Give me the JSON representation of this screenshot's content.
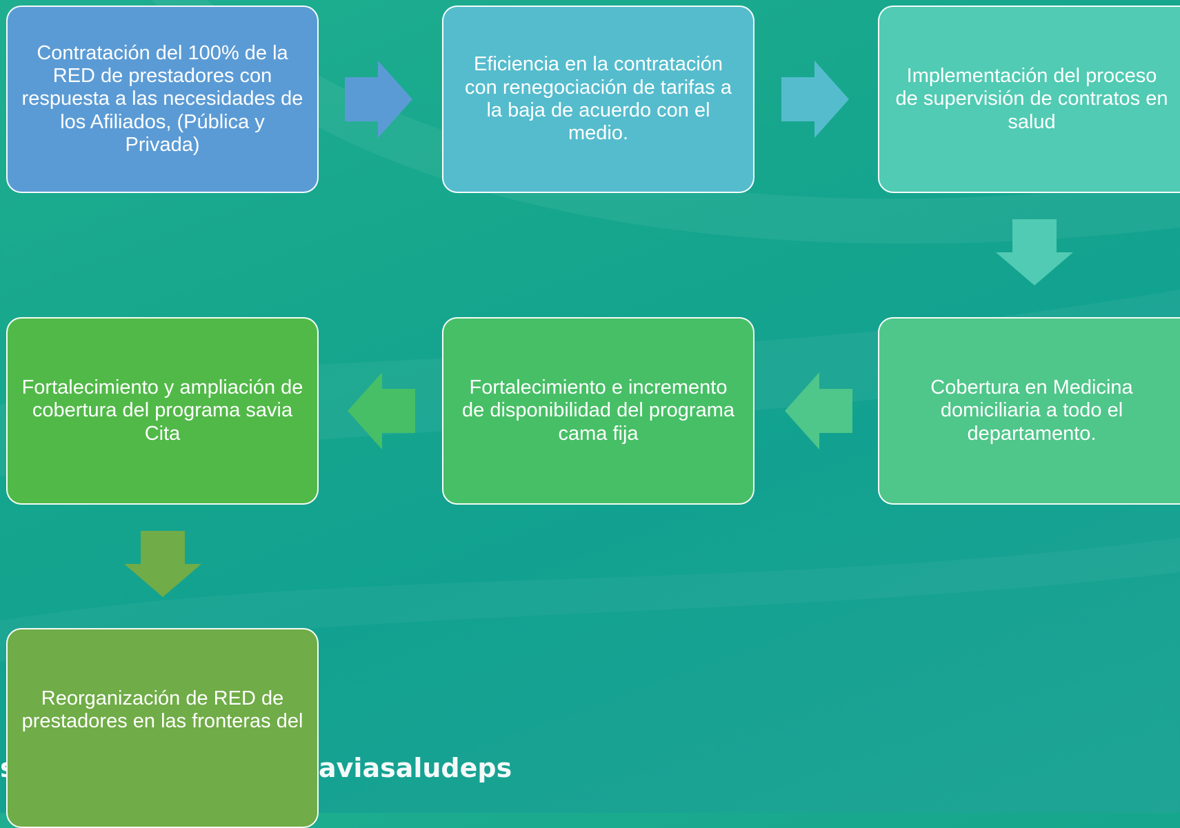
{
  "steps": [
    {
      "text": "Contratación del 100% de la RED de prestadores con respuesta a las necesidades de los Afiliados, (Pública y Privada)",
      "color": "#5b9bd5"
    },
    {
      "text": "Eficiencia en la contratación con renegociación de tarifas a la baja de acuerdo con el medio.",
      "color": "#55bccd"
    },
    {
      "text": "Implementación del proceso de supervisión de contratos en salud",
      "color": "#51cbb3"
    },
    {
      "text": "Cobertura en Medicina domiciliaria a todo el departamento.",
      "color": "#4fc68a"
    },
    {
      "text": "Fortalecimiento e incremento de disponibilidad del programa cama fija",
      "color": "#47bf66"
    },
    {
      "text": "Fortalecimiento y ampliación de cobertura del programa savia Cita",
      "color": "#51b948"
    },
    {
      "text": "Reorganización de RED de prestadores en las fronteras del",
      "color": "#70ac47"
    }
  ],
  "arrow_colors": [
    "#5b9bd5",
    "#55bccd",
    "#51cbb3",
    "#4fc68a",
    "#47bf66",
    "#70ac47"
  ],
  "watermark": {
    "left": "s",
    "right": "aviasaludeps"
  }
}
